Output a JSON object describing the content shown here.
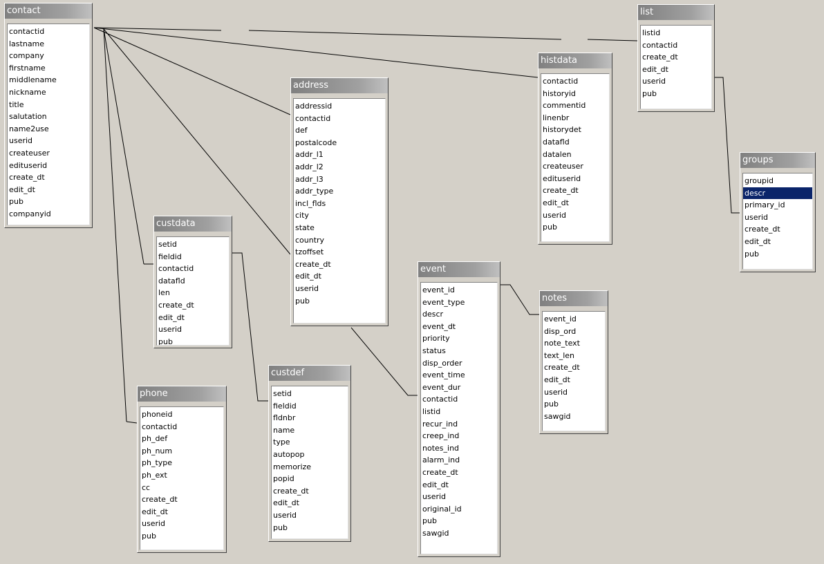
{
  "tables": [
    {
      "key": "contact",
      "title": "contact",
      "fields": [
        "contactid",
        "lastname",
        "company",
        "firstname",
        "middlename",
        "nickname",
        "title",
        "salutation",
        "name2use",
        "userid",
        "createuser",
        "edituserid",
        "create_dt",
        "edit_dt",
        "pub",
        "companyid"
      ]
    },
    {
      "key": "list",
      "title": "list",
      "fields": [
        "listid",
        "contactid",
        "create_dt",
        "edit_dt",
        "userid",
        "pub"
      ]
    },
    {
      "key": "histdata",
      "title": "histdata",
      "fields": [
        "contactid",
        "historyid",
        "commentid",
        "linenbr",
        "historydet",
        "datafld",
        "datalen",
        "createuser",
        "edituserid",
        "create_dt",
        "edit_dt",
        "userid",
        "pub"
      ]
    },
    {
      "key": "address",
      "title": "address",
      "fields": [
        "addressid",
        "contactid",
        "def",
        "postalcode",
        "addr_l1",
        "addr_l2",
        "addr_l3",
        "addr_type",
        "incl_flds",
        "city",
        "state",
        "country",
        "tzoffset",
        "create_dt",
        "edit_dt",
        "userid",
        "pub"
      ]
    },
    {
      "key": "groups",
      "title": "groups",
      "selected": "descr",
      "fields": [
        "groupid",
        "descr",
        "primary_id",
        "userid",
        "create_dt",
        "edit_dt",
        "pub"
      ]
    },
    {
      "key": "custdata",
      "title": "custdata",
      "fields": [
        "setid",
        "fieldid",
        "contactid",
        "datafld",
        "len",
        "create_dt",
        "edit_dt",
        "userid",
        "pub"
      ]
    },
    {
      "key": "event",
      "title": "event",
      "fields": [
        "event_id",
        "event_type",
        "descr",
        "event_dt",
        "priority",
        "status",
        "disp_order",
        "event_time",
        "event_dur",
        "contactid",
        "listid",
        "recur_ind",
        "creep_ind",
        "notes_ind",
        "alarm_ind",
        "create_dt",
        "edit_dt",
        "userid",
        "original_id",
        "pub",
        "sawgid"
      ]
    },
    {
      "key": "notes",
      "title": "notes",
      "fields": [
        "event_id",
        "disp_ord",
        "note_text",
        "text_len",
        "create_dt",
        "edit_dt",
        "userid",
        "pub",
        "sawgid"
      ]
    },
    {
      "key": "phone",
      "title": "phone",
      "fields": [
        "phoneid",
        "contactid",
        "ph_def",
        "ph_num",
        "ph_type",
        "ph_ext",
        "cc",
        "create_dt",
        "edit_dt",
        "userid",
        "pub"
      ]
    },
    {
      "key": "custdef",
      "title": "custdef",
      "fields": [
        "setid",
        "fieldid",
        "fldnbr",
        "name",
        "type",
        "autopop",
        "memorize",
        "popid",
        "create_dt",
        "edit_dt",
        "userid",
        "pub"
      ]
    }
  ]
}
